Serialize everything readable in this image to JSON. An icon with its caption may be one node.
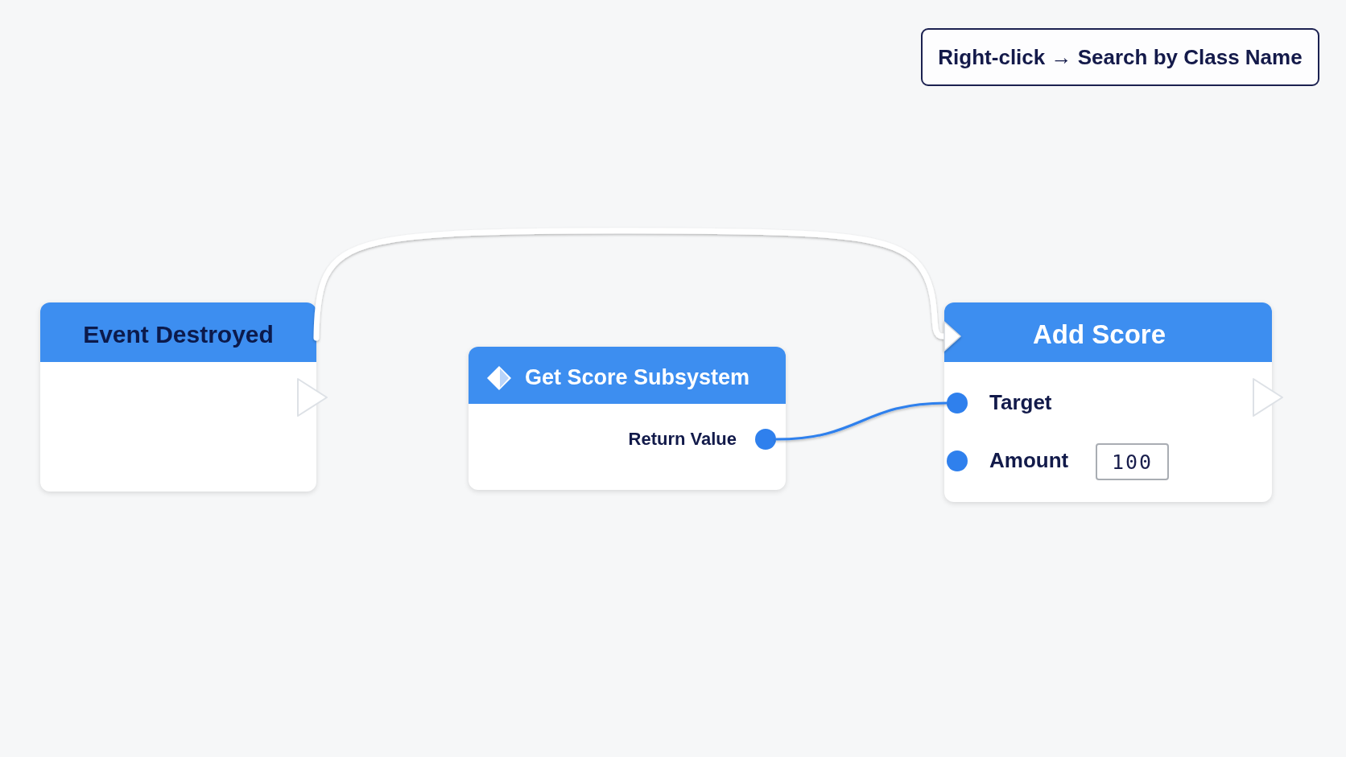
{
  "diagram": {
    "nodes": [
      {
        "text": [
          "Right-click → Search by Class Name"
        ]
      },
      {
        "text": [
          "Event Destroyed"
        ]
      },
      {
        "text": [
          "Get Score Subsystem",
          "Return Value"
        ]
      },
      {
        "text": [],
        "shape": "circle",
        "in": 2
      },
      {
        "text": [
          "Add Score",
          "Target",
          "Amount"
        ]
      },
      {
        "text": [],
        "shape": "circle",
        "in": 4
      },
      {
        "text": [],
        "shape": "circle",
        "in": 4
      },
      {
        "text": [
          "100"
        ],
        "in": 4
      }
    ],
    "edges": [
      {
        "from": 1,
        "to": 4,
        "arrow": "to",
        "style": "thick",
        "color": "#ffffff"
      },
      {
        "from": 3,
        "to": 5,
        "arrow": "none",
        "color": "#2f80ed"
      }
    ]
  }
}
